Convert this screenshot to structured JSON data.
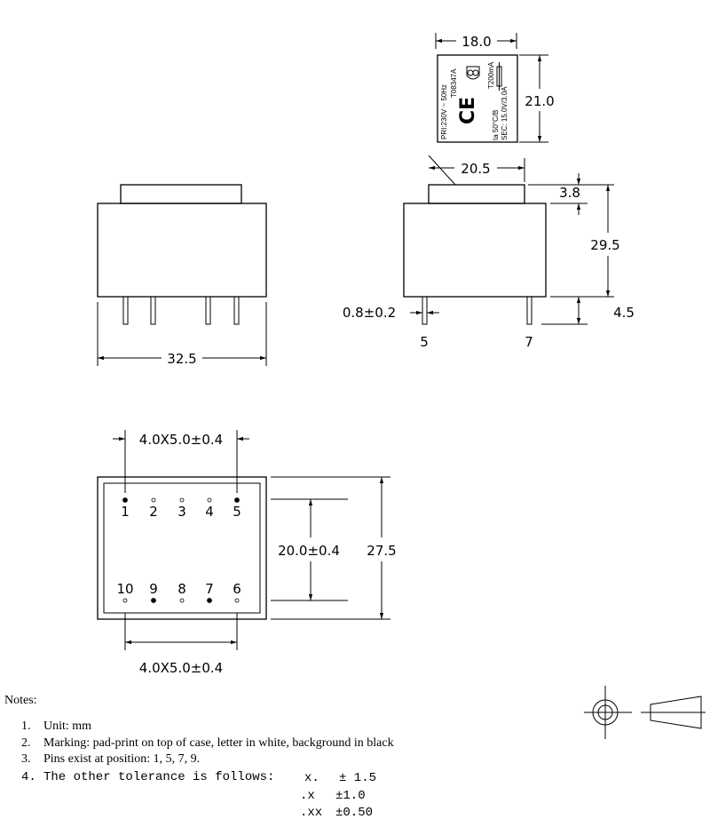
{
  "front_view": {
    "width_dim": "32.5"
  },
  "label_view": {
    "width_dim": "18.0",
    "height_dim": "21.0",
    "marking": {
      "primary": "PRI:230V ~ 50Hz",
      "part_number": "T08347A",
      "fuse": "T200mA",
      "temp": "ta 50°C/B",
      "secondary": "SEC: 15.0V/3.0A",
      "ce_logo": "CE"
    }
  },
  "side_view": {
    "cap_width_dim": "20.5",
    "cap_height_dim": "3.8",
    "total_height_dim": "29.5",
    "pin_length_dim": "4.5",
    "pin_width_dim": "0.8±0.2",
    "pin_labels": [
      "5",
      "7"
    ]
  },
  "bottom_view": {
    "top_pitch_dim": "4.0X5.0±0.4",
    "bottom_pitch_dim": "4.0X5.0±0.4",
    "row_spacing_dim": "20.0±0.4",
    "depth_dim": "27.5",
    "top_row": [
      {
        "label": "1",
        "pin": true
      },
      {
        "label": "2",
        "pin": false
      },
      {
        "label": "3",
        "pin": false
      },
      {
        "label": "4",
        "pin": false
      },
      {
        "label": "5",
        "pin": true
      }
    ],
    "bottom_row": [
      {
        "label": "10",
        "pin": false
      },
      {
        "label": "9",
        "pin": true
      },
      {
        "label": "8",
        "pin": false
      },
      {
        "label": "7",
        "pin": true
      },
      {
        "label": "6",
        "pin": false
      }
    ]
  },
  "notes": {
    "title": "Notes:",
    "items": [
      {
        "num": "1.",
        "text": "Unit: mm"
      },
      {
        "num": "2.",
        "text": "Marking: pad-print on top of case, letter in white, background in black"
      },
      {
        "num": "3.",
        "text": "Pins exist at position: 1, 5, 7, 9."
      },
      {
        "num": "4.",
        "text": "The other tolerance is follows:"
      }
    ],
    "tolerances": [
      {
        "format": "x.",
        "value": "± 1.5"
      },
      {
        "format": ".x",
        "value": "±1.0"
      },
      {
        "format": ".xx",
        "value": "±0.50"
      }
    ]
  }
}
